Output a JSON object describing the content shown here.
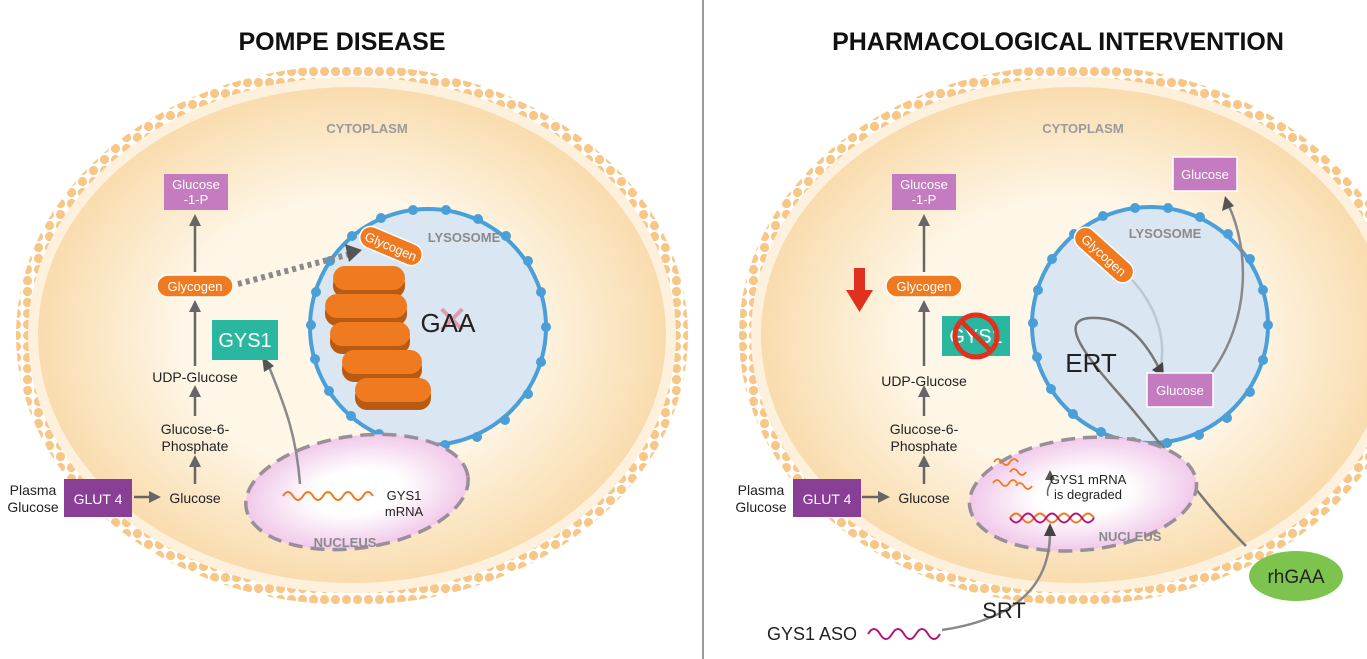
{
  "left_panel": {
    "title": "POMPE DISEASE",
    "cytoplasm_label": "CYTOPLASM",
    "lysosome_label": "LYSOSOME",
    "nucleus_label": "NUCLEUS",
    "glucose_1p": [
      "Glucose",
      "-1-P"
    ],
    "glycogen": "Glycogen",
    "glycogen_lysosome": "Glycogen",
    "udp_glucose": "UDP-Glucose",
    "glucose_6_phosphate": [
      "Glucose-6-",
      "Phosphate"
    ],
    "glucose": "Glucose",
    "glut4": "GLUT 4",
    "plasma_glucose": [
      "Plasma",
      "Glucose"
    ],
    "gys1": "GYS1",
    "gaa": "GAA",
    "gys1_mrna": [
      "GYS1",
      "mRNA"
    ]
  },
  "right_panel": {
    "title": "PHARMACOLOGICAL INTERVENTION",
    "cytoplasm_label": "CYTOPLASM",
    "lysosome_label": "LYSOSOME",
    "nucleus_label": "NUCLEUS",
    "glucose_1p": [
      "Glucose",
      "-1-P"
    ],
    "glycogen": "Glycogen",
    "glycogen_lysosome": "Glycogen",
    "udp_glucose": "UDP-Glucose",
    "glucose_6_phosphate": [
      "Glucose-6-",
      "Phosphate"
    ],
    "glucose": "Glucose",
    "glut4": "GLUT 4",
    "plasma_glucose": [
      "Plasma",
      "Glucose"
    ],
    "gys1": "GYS1",
    "ert": "ERT",
    "lysosome_glucose": "Glucose",
    "exported_glucose": "Glucose",
    "mrna_degraded": [
      "GYS1 mRNA",
      "is degraded"
    ],
    "srt": "SRT",
    "gys1_aso": "GYS1 ASO",
    "rhgaa": "rhGAA"
  },
  "colors": {
    "membrane_orange": "#f9c98a",
    "cytoplasm_fill": "#fdf1dc",
    "lysosome_fill": "#dbe6f3",
    "lysosome_border": "#4a9fd8",
    "glycogen_orange": "#ef7a1f",
    "glucose_purple": "#c47bbf",
    "glut4_purple": "#8a3f97",
    "gys1_teal": "#2ab7a0",
    "nucleus_border": "#9a8e9a",
    "nucleus_fill": "#f6dff1",
    "inhibit_red": "#e0301e",
    "rhgaa_green": "#7cc44e",
    "gaa_x_pink": "#e28fa1"
  }
}
